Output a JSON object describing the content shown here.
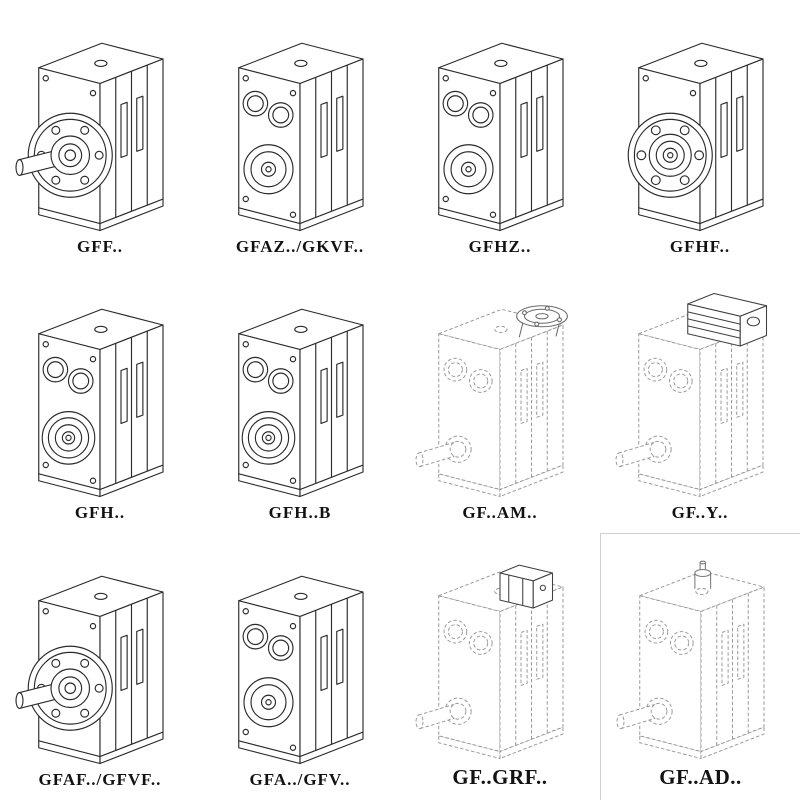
{
  "page": {
    "background": "#ffffff",
    "solid_line_color": "#2a2a2a",
    "dashed_line_color": "#979797"
  },
  "items": [
    {
      "label": "GFF..",
      "drawing": "flange-gearbox-with-output-shaft-drawing"
    },
    {
      "label": "GFAZ../GKVF..",
      "drawing": "shaft-mounted-gearbox-front-face-drawing"
    },
    {
      "label": "GFHZ..",
      "drawing": "hollow-shaft-gearbox-front-face-drawing"
    },
    {
      "label": "GFHF..",
      "drawing": "flange-mounted-hollow-shaft-gearbox-drawing"
    },
    {
      "label": "GFH..",
      "drawing": "hollow-shaft-gearbox-drawing"
    },
    {
      "label": "GFH..B",
      "drawing": "hollow-shaft-gearbox-with-backstop-drawing"
    },
    {
      "label": "GF..AM..",
      "drawing": "dashed-gearbox-with-motor-adapter-flange-drawing"
    },
    {
      "label": "GF..Y..",
      "drawing": "dashed-gearbox-with-mounted-motor-drawing"
    },
    {
      "label": "GFAF../GFVF..",
      "drawing": "flange-gearbox-with-output-shaft-drawing"
    },
    {
      "label": "GFA../GFV..",
      "drawing": "shaft-mounted-gearbox-front-face-drawing"
    },
    {
      "label": "GF..GRF..",
      "drawing": "dashed-gearbox-with-input-adapter-drawing"
    },
    {
      "label": "GF..AD..",
      "drawing": "dashed-gearbox-with-input-shaft-stub-drawing"
    }
  ]
}
